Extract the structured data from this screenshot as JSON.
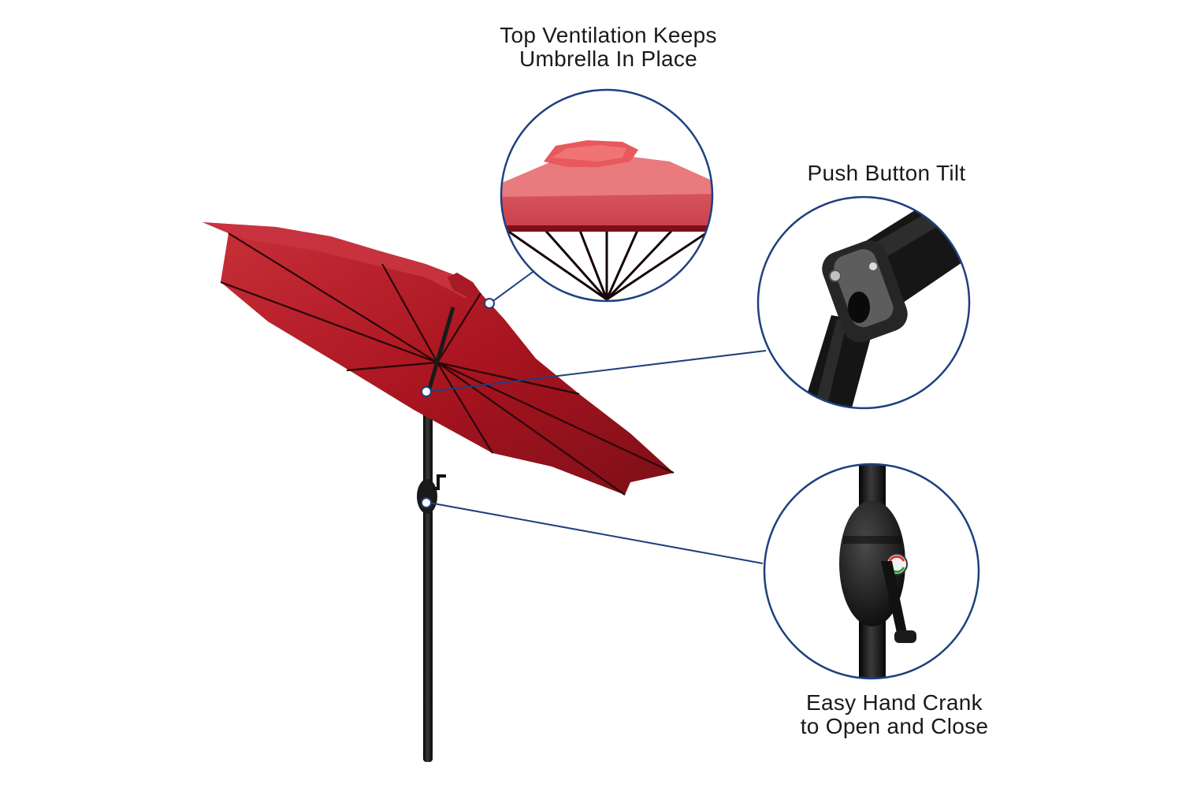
{
  "features": [
    {
      "id": "ventilation",
      "lines": [
        "Top Ventilation Keeps",
        "Umbrella In Place"
      ]
    },
    {
      "id": "tilt",
      "lines": [
        "Push Button Tilt"
      ]
    },
    {
      "id": "crank",
      "lines": [
        "Easy Hand Crank",
        "to Open and Close"
      ]
    }
  ],
  "colors": {
    "callout_ring": "#1f3f7f",
    "canopy": "#b81f2b",
    "canopy_dark": "#7d0f18",
    "pole": "#121212",
    "background": "#ffffff"
  }
}
